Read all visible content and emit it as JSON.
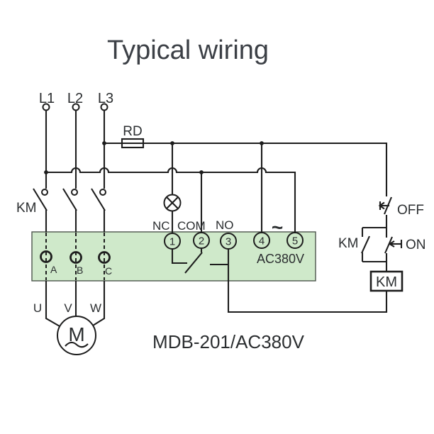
{
  "title": "Typical wiring",
  "phases": {
    "l1": "L1",
    "l2": "L2",
    "l3": "L3"
  },
  "fuse": {
    "label": "RD"
  },
  "contactor_main": {
    "label": "KM"
  },
  "terminal_block": {
    "contact_labels": {
      "nc": "NC",
      "com": "COM",
      "no": "NO"
    },
    "ac_tilde": "~",
    "voltage": "AC380V",
    "numbers": [
      "1",
      "2",
      "3",
      "4",
      "5"
    ],
    "phase_terminals": [
      "A",
      "B",
      "C"
    ]
  },
  "motor": {
    "label": "M",
    "phases": [
      "U",
      "V",
      "W"
    ]
  },
  "control": {
    "off": "OFF",
    "on": "ON",
    "km_aux": "KM",
    "km_coil": "KM"
  },
  "model": "MDB-201/AC380V",
  "colors": {
    "wire": "#1d1d1d",
    "label_text": "#2b2e30",
    "title_text": "#3c4046",
    "block_fill": "#cfe9ca",
    "block_border": "#4d564d"
  }
}
